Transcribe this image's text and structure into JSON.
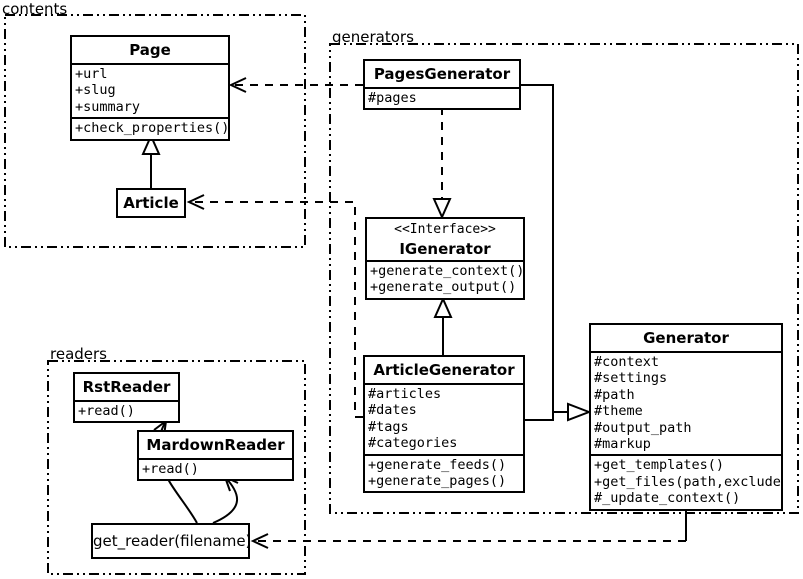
{
  "packages": {
    "contents": {
      "label": "contents"
    },
    "generators": {
      "label": "generators"
    },
    "readers": {
      "label": "readers"
    }
  },
  "classes": {
    "page": {
      "name": "Page",
      "attributes": [
        "+url",
        "+slug",
        "+summary"
      ],
      "methods": [
        "+check_properties()"
      ]
    },
    "article": {
      "name": "Article"
    },
    "pages_generator": {
      "name": "PagesGenerator",
      "attributes": [
        "#pages"
      ]
    },
    "igenerator": {
      "stereotype": "<<Interface>>",
      "name": "IGenerator",
      "methods": [
        "+generate_context()",
        "+generate_output()"
      ]
    },
    "article_generator": {
      "name": "ArticleGenerator",
      "attributes": [
        "#articles",
        "#dates",
        "#tags",
        "#categories"
      ],
      "methods": [
        "+generate_feeds()",
        "+generate_pages()"
      ]
    },
    "generator": {
      "name": "Generator",
      "attributes": [
        "#context",
        "#settings",
        "#path",
        "#theme",
        "#output_path",
        "#markup"
      ],
      "methods": [
        "+get_templates()",
        "+get_files(path,exclude)",
        "#_update_context()"
      ]
    },
    "rst_reader": {
      "name": "RstReader",
      "methods": [
        "+read()"
      ]
    },
    "markdown_reader": {
      "name": "MardownReader",
      "methods": [
        "+read()"
      ]
    },
    "get_reader": {
      "label": "get_reader(filename)"
    }
  },
  "relationships": [
    {
      "from": "Article",
      "to": "Page",
      "type": "inheritance-solid-hollow-triangle"
    },
    {
      "from": "PagesGenerator",
      "to": "Page",
      "type": "dependency-dashed-open-arrow"
    },
    {
      "from": "ArticleGenerator",
      "to": "Article",
      "type": "dependency-dashed-open-arrow"
    },
    {
      "from": "PagesGenerator",
      "to": "IGenerator",
      "type": "realization-dashed-hollow-triangle"
    },
    {
      "from": "ArticleGenerator",
      "to": "IGenerator",
      "type": "realization-solid-hollow-triangle"
    },
    {
      "from": "PagesGenerator",
      "to": "Generator",
      "type": "inheritance-solid-hollow-triangle"
    },
    {
      "from": "ArticleGenerator",
      "to": "Generator",
      "type": "inheritance-solid-hollow-triangle"
    },
    {
      "from": "Generator",
      "to": "get_reader(filename)",
      "type": "dependency-dashed-open-arrow"
    },
    {
      "from": "get_reader(filename)",
      "to": "RstReader",
      "type": "curved-open-arrow"
    },
    {
      "from": "get_reader(filename)",
      "to": "MardownReader",
      "type": "curved-open-arrow"
    }
  ],
  "colors": {
    "line": "#000000",
    "background": "#ffffff",
    "box_fill": "#ffffff"
  }
}
